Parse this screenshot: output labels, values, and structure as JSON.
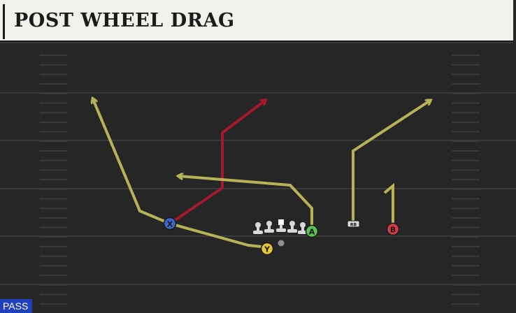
{
  "header": {
    "title": "POST WHEEL DRAG"
  },
  "footer": {
    "play_type": "PASS"
  },
  "colors": {
    "field": "#262626",
    "yard_line": "#3a3a3a",
    "route_primary": "#b6b257",
    "route_read": "#a5182d",
    "receiver_x": "#3a68c8",
    "receiver_y": "#e6c53a",
    "receiver_a": "#5cc255",
    "receiver_b": "#d93a48",
    "lineman": "#d8d8d8",
    "badge": "#1f3fbf"
  },
  "players": {
    "x": {
      "label": "X"
    },
    "y": {
      "label": "Y"
    },
    "a": {
      "label": "A"
    },
    "b": {
      "label": "B"
    },
    "rb": {
      "label": "RB"
    }
  }
}
